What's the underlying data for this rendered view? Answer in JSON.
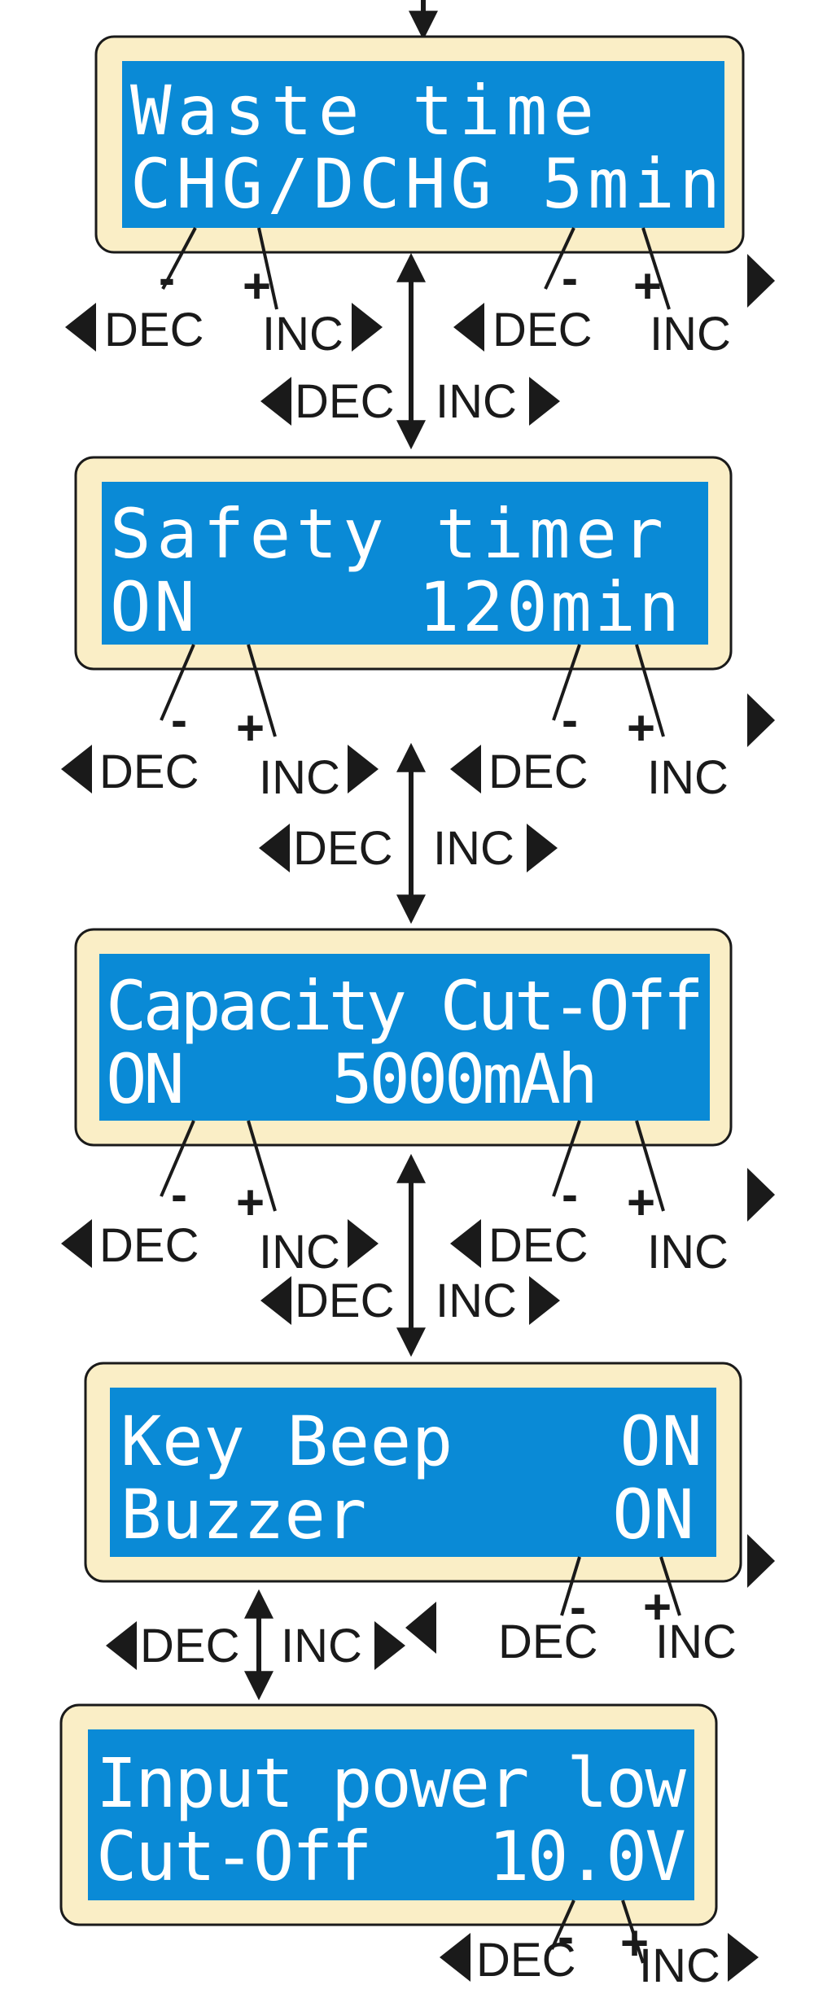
{
  "screens": [
    {
      "line1": "Waste time",
      "line2": "CHG/DCHG 5min"
    },
    {
      "line1": "Safety timer",
      "line2": "ON     120min"
    },
    {
      "line1": "Capacity Cut-Off",
      "line2": "ON    5000mAh"
    },
    {
      "line1": "Key Beep    ON",
      "line2": "Buzzer      ON"
    },
    {
      "line1": "Input power low",
      "line2": "Cut-Off   10.0V"
    }
  ],
  "labels": {
    "dec": "DEC",
    "inc": "INC",
    "minus": "-",
    "plus": "+"
  },
  "colors": {
    "lcd_blue": "#0a8ad6",
    "bezel": "#faeec6",
    "ink": "#1a1a1a"
  }
}
